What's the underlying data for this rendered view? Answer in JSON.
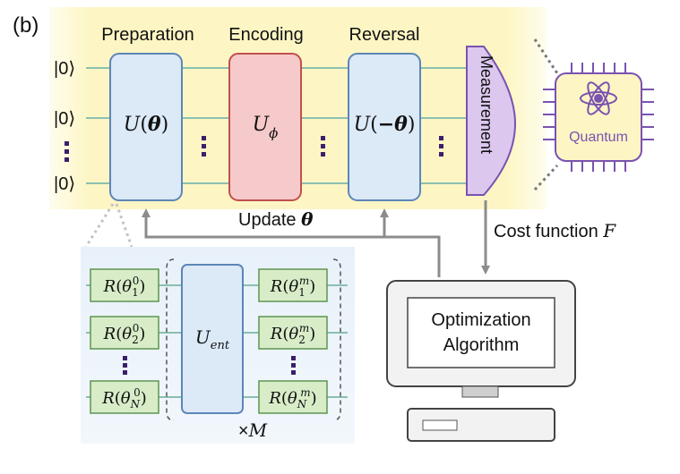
{
  "panel_label": "(b)",
  "stages": {
    "preparation": "Preparation",
    "encoding": "Encoding",
    "reversal": "Reversal"
  },
  "qubit_inputs": [
    "|0⟩",
    "|0⟩",
    "|0⟩"
  ],
  "gates": {
    "preparation": {
      "symbol": "U",
      "arg": "θ"
    },
    "encoding": {
      "symbol": "U",
      "sub": "ϕ"
    },
    "reversal": {
      "symbol": "U",
      "arg": "−θ"
    }
  },
  "measurement_label": "Measurement",
  "chip_label": "Quantum",
  "update_label": {
    "text": "Update ",
    "var": "θ"
  },
  "cost_label": {
    "text": "Cost function ",
    "var": "F"
  },
  "computer_screen_text": [
    "Optimization",
    "Algorithm"
  ],
  "inset": {
    "rotation_symbol": "R",
    "rotation_var": "θ",
    "left_column": [
      {
        "sub": "1",
        "sup": "0"
      },
      {
        "sub": "2",
        "sup": "0"
      },
      {
        "sub": "N",
        "sup": "0"
      }
    ],
    "right_column": [
      {
        "sub": "1",
        "sup": "m"
      },
      {
        "sub": "2",
        "sup": "m"
      },
      {
        "sub": "N",
        "sup": "m"
      }
    ],
    "entangler": {
      "symbol": "U",
      "sub": "ent"
    },
    "repeat": {
      "prefix": "×",
      "var": "M"
    }
  },
  "colors": {
    "band": "#fdf6c4",
    "blue_gate": "#dce9f7",
    "blue_stroke": "#5d86b8",
    "red_gate": "#f6caca",
    "red_stroke": "#c0504d",
    "purple": "#dcc8ef",
    "purple_stroke": "#7a52b0",
    "green_gate": "#d8ecc8",
    "green_stroke": "#5d9550",
    "wire": "#8cbfb0",
    "arrow": "#8c8c8c"
  }
}
